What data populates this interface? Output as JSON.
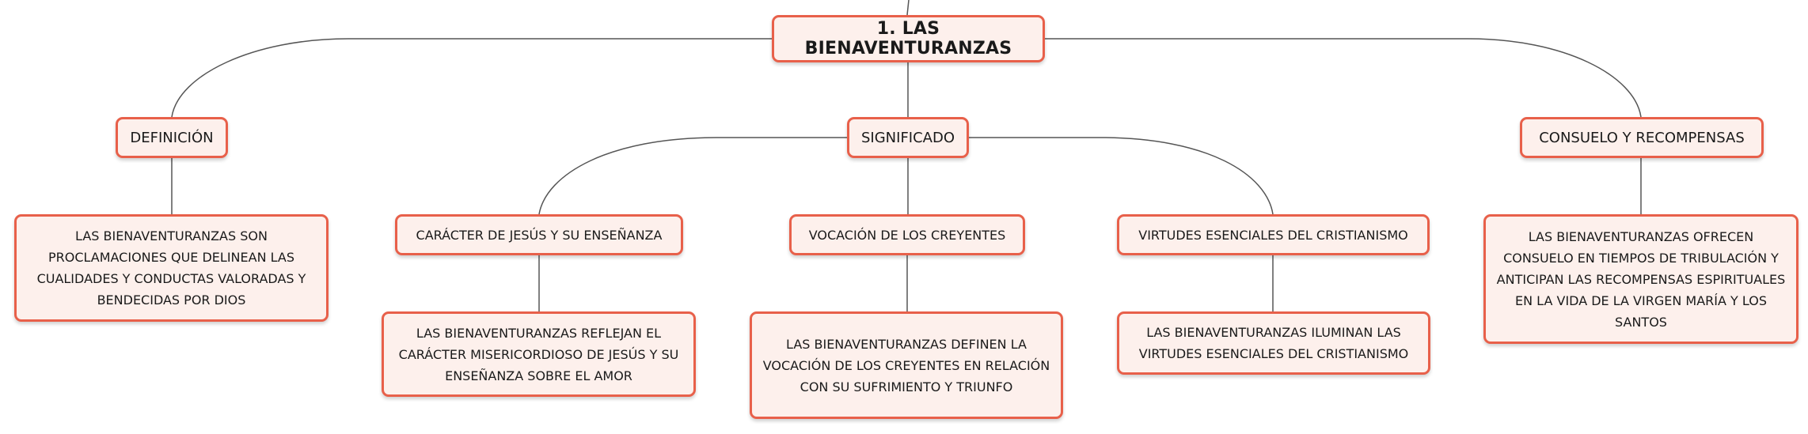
{
  "diagram": {
    "root": {
      "label": "1. LAS BIENAVENTURANZAS"
    },
    "definicion": {
      "label": "DEFINICIÓN",
      "detail": [
        "LAS BIENAVENTURANZAS SON",
        "PROCLAMACIONES QUE DELINEAN LAS",
        "CUALIDADES Y CONDUCTAS VALORADAS Y",
        "BENDECIDAS POR DIOS"
      ]
    },
    "significado": {
      "label": "SIGNIFICADO",
      "caracter": {
        "label": "CARÁCTER DE JESÚS Y SU ENSEÑANZA",
        "detail": [
          "LAS BIENAVENTURANZAS REFLEJAN EL",
          "CARÁCTER MISERICORDIOSO DE JESÚS Y SU",
          "ENSEÑANZA SOBRE EL AMOR"
        ]
      },
      "vocacion": {
        "label": "VOCACIÓN DE LOS CREYENTES",
        "detail": [
          "LAS BIENAVENTURANZAS DEFINEN LA",
          "VOCACIÓN DE LOS CREYENTES EN RELACIÓN",
          "CON SU SUFRIMIENTO Y TRIUNFO"
        ]
      },
      "virtudes": {
        "label": "VIRTUDES ESENCIALES DEL CRISTIANISMO",
        "detail": [
          "LAS BIENAVENTURANZAS ILUMINAN LAS",
          "VIRTUDES ESENCIALES DEL CRISTIANISMO"
        ]
      }
    },
    "consuelo": {
      "label": "CONSUELO Y RECOMPENSAS",
      "detail": [
        "LAS BIENAVENTURANZAS OFRECEN",
        "CONSUELO EN TIEMPOS DE TRIBULACIÓN Y",
        "ANTICIPAN LAS RECOMPENSAS ESPIRITUALES",
        "EN LA VIDA DE LA VIRGEN MARÍA Y LOS",
        "SANTOS"
      ]
    }
  },
  "colors": {
    "node_border": "#e8604a",
    "node_fill": "#fdf0ec",
    "connector": "#555555",
    "text": "#1a1a1a"
  }
}
